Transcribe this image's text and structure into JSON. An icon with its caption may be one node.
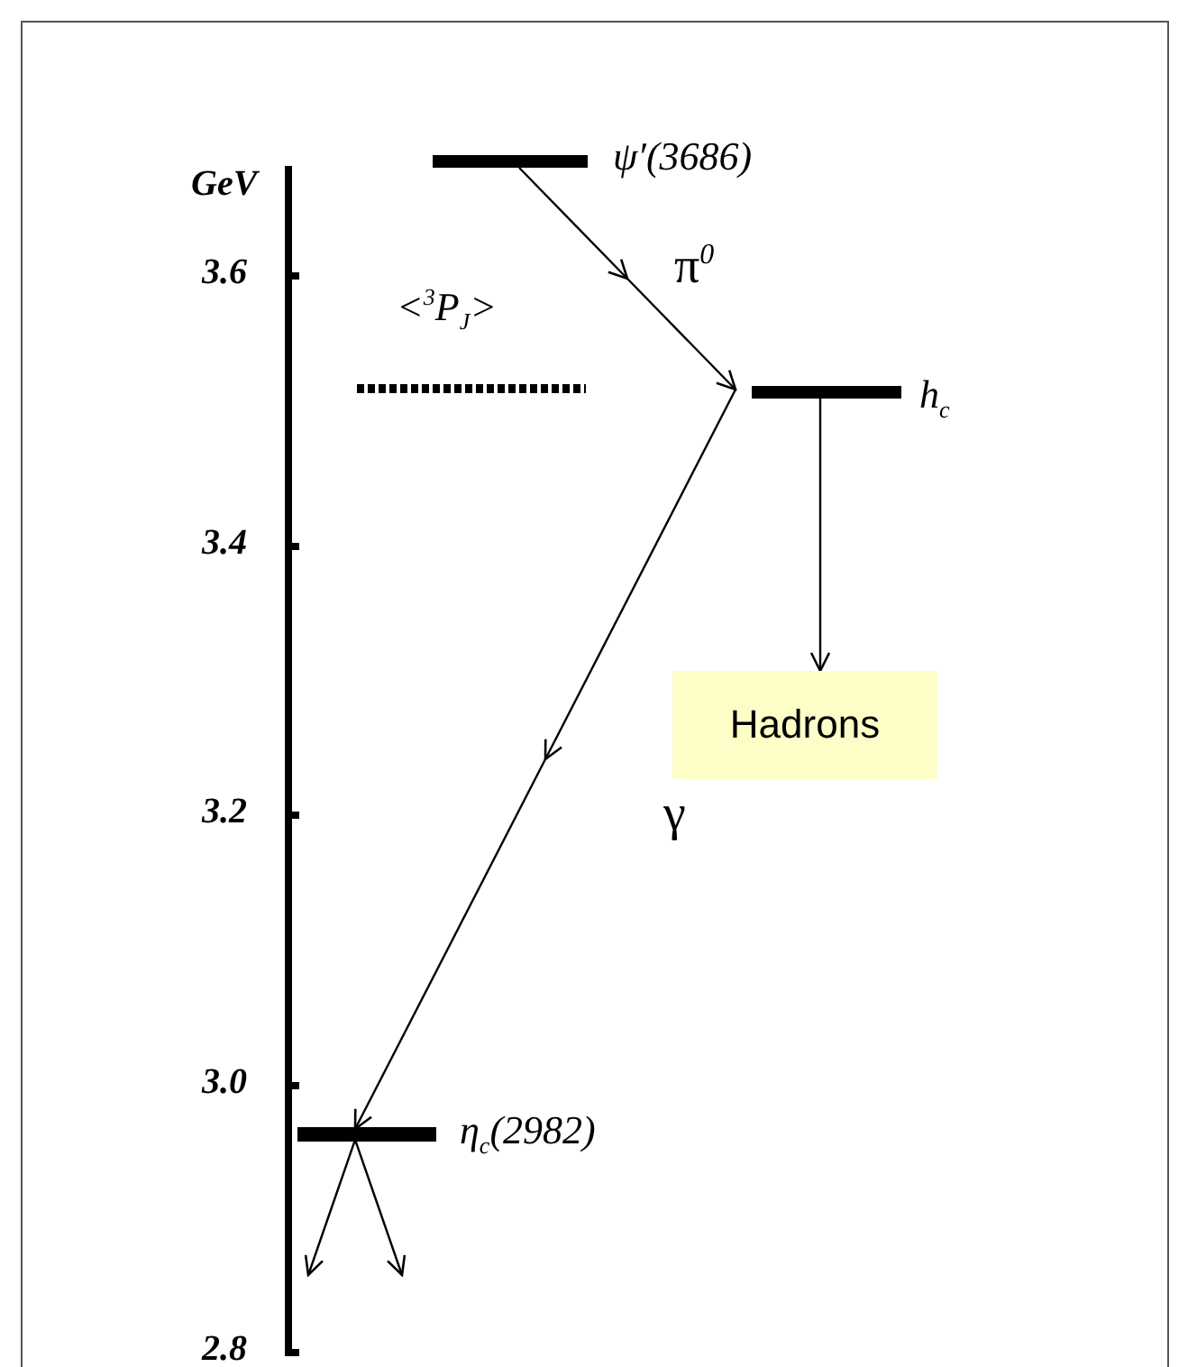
{
  "diagram": {
    "nodes": [
      {
        "text": [
          "ψ′(3686)"
        ]
      },
      {
        "text": [
          "<$^{3}$P$_{J}$>"
        ]
      },
      {
        "text": [
          "h$_{c}$"
        ]
      },
      {
        "text": [
          "Hadrons"
        ]
      },
      {
        "text": [
          "η$_{c}$(2982)"
        ]
      }
    ],
    "edges": [
      {
        "from": 0,
        "to": 2,
        "arrow": "to",
        "label": "π$^{0}$"
      },
      {
        "from": 2,
        "to": 4,
        "arrow": "to",
        "label": "γ"
      },
      {
        "from": 2,
        "to": 3,
        "arrow": "to"
      },
      {
        "from": 4,
        "to": null,
        "arrow": "to"
      },
      {
        "from": 4,
        "to": null,
        "arrow": "to"
      }
    ],
    "labels": [
      "GeV",
      "3.6",
      "3.4",
      "3.2",
      "3.0",
      "2.8"
    ]
  }
}
